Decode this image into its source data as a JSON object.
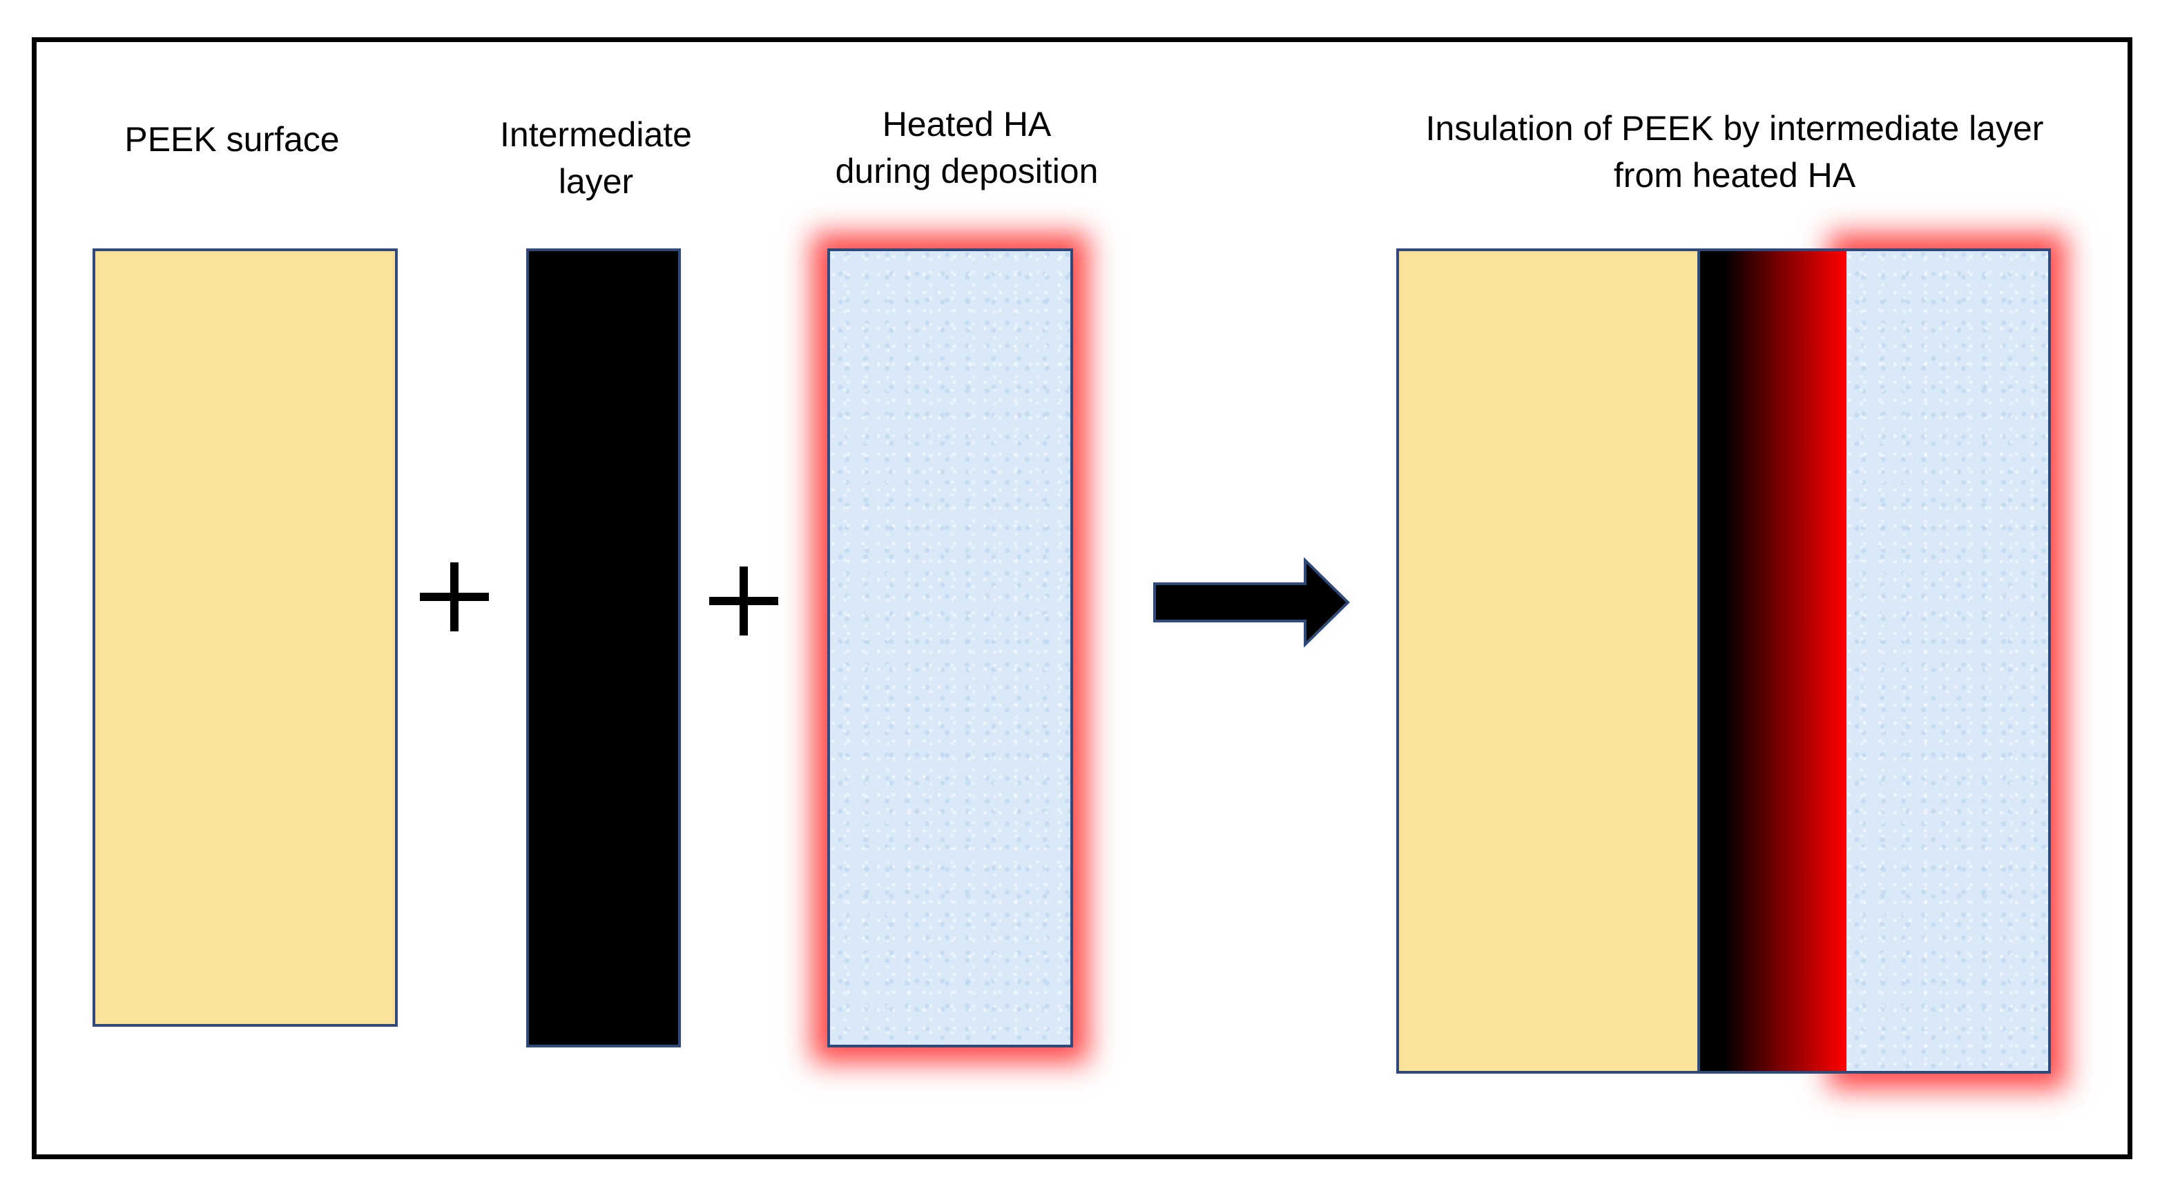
{
  "labels": {
    "peek_surface": "PEEK surface",
    "intermediate_line1": "Intermediate",
    "intermediate_line2": "layer",
    "heated_line1": "Heated HA",
    "heated_line2": "during deposition",
    "insulation_line1": "Insulation of PEEK by intermediate layer",
    "insulation_line2": "from heated HA"
  },
  "colors": {
    "peek": "#fae29a",
    "intermediate": "#000000",
    "ha": "#d9e9f7",
    "heat_glow": "#ff2828",
    "outline": "#2f4a7a"
  },
  "icons": {
    "plus": "plus-icon",
    "arrow": "right-arrow-icon"
  }
}
